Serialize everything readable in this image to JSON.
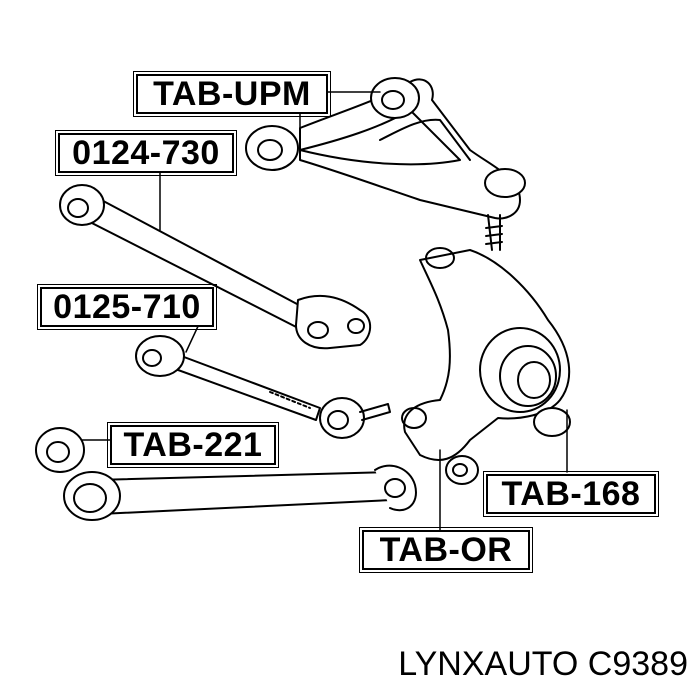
{
  "labels": {
    "tab_upm": "TAB-UPM",
    "arm_0124_730": "0124-730",
    "arm_0125_710": "0125-710",
    "tab_221": "TAB-221",
    "tab_168": "TAB-168",
    "tab_or": "TAB-OR"
  },
  "caption": "LYNXAUTO C9389"
}
